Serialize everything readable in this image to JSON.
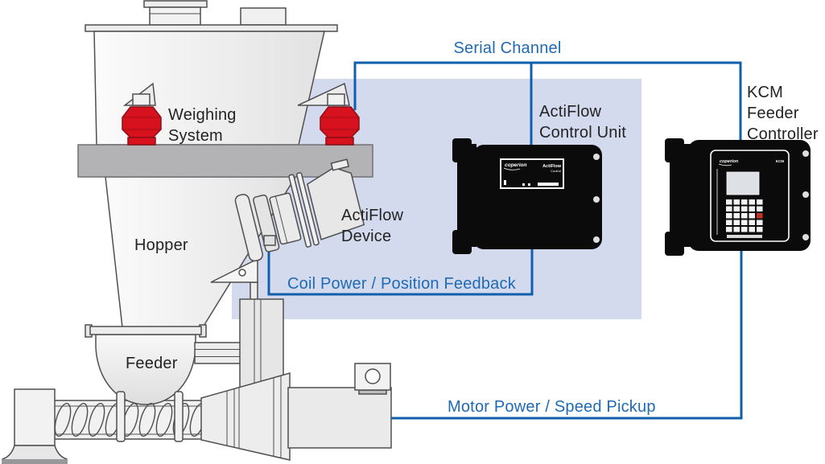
{
  "diagram": {
    "title_context": "Feeder control system diagram",
    "labels": {
      "serial_channel": "Serial Channel",
      "weighing_system": "Weighing\nSystem",
      "hopper": "Hopper",
      "actiflow_device": "ActiFlow\nDevice",
      "actiflow_control_unit": "ActiFlow\nControl Unit",
      "kcm_feeder_controller": "KCM\nFeeder\nController",
      "coil_power": "Coil Power / Position Feedback",
      "motor_power": "Motor Power / Speed Pickup",
      "feeder": "Feeder"
    },
    "devices": {
      "control_unit": {
        "brand": "coperion",
        "product": "ActiFlow",
        "sub": "Control"
      },
      "kcm": {
        "brand": "coperion",
        "model": "KCM"
      }
    },
    "colors": {
      "line_blue": "#0f5fad",
      "text_blue": "#1e6ab4",
      "panel_lavender": "#d4daee",
      "load_cell_red": "#d8111e",
      "device_black": "#0b0b0b",
      "machine_gray": "#ececec",
      "platform_gray": "#b3b3b6"
    }
  }
}
